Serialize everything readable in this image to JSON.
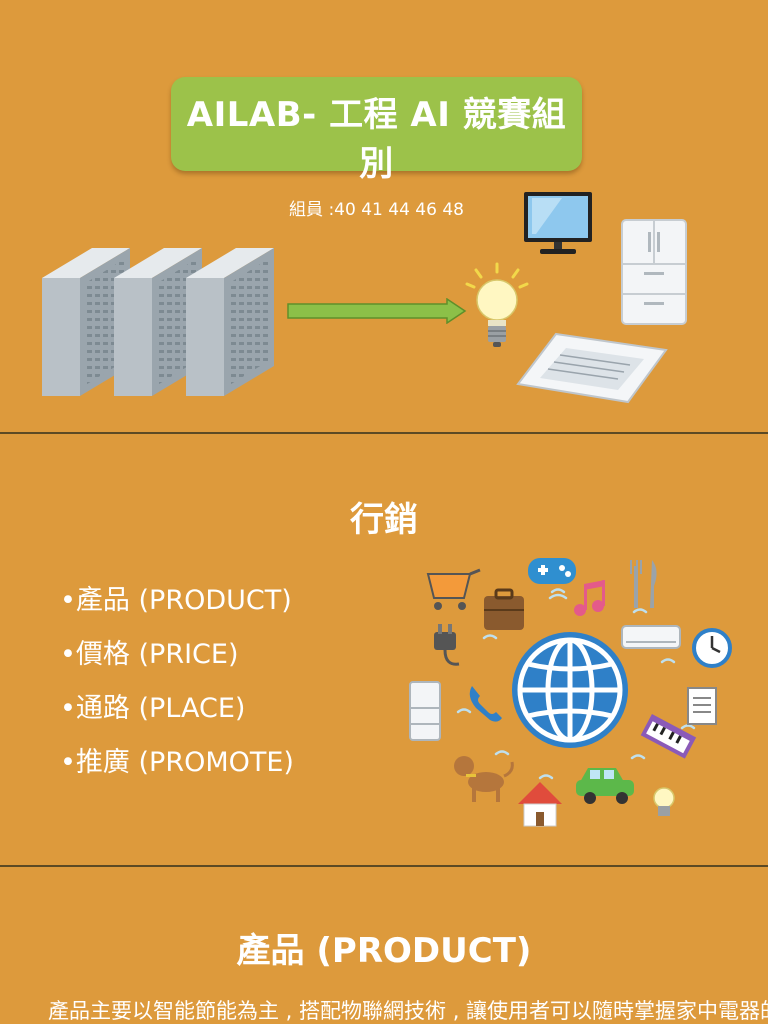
{
  "slide1": {
    "title": "AILAB- 工程 AI 競賽組別",
    "subtitle": "組員 :40 41 44 46 48"
  },
  "slide2": {
    "heading": "行銷",
    "bullets": [
      "•產品 (PRODUCT)",
      "•價格 (PRICE)",
      "•通路 (PLACE)",
      "•推廣 (PROMOTE)"
    ]
  },
  "slide3": {
    "heading": "產品 (PRODUCT)",
    "body": "產品主要以智能節能為主 , 搭配物聯網技術 , 讓使用者可以隨時掌握家中電器的用電情形並達到節能效果"
  },
  "colors": {
    "background": "#dd9a3c",
    "title_box": "#9cc24a",
    "arrow": "#8cc048",
    "globe": "#2f80c8"
  }
}
